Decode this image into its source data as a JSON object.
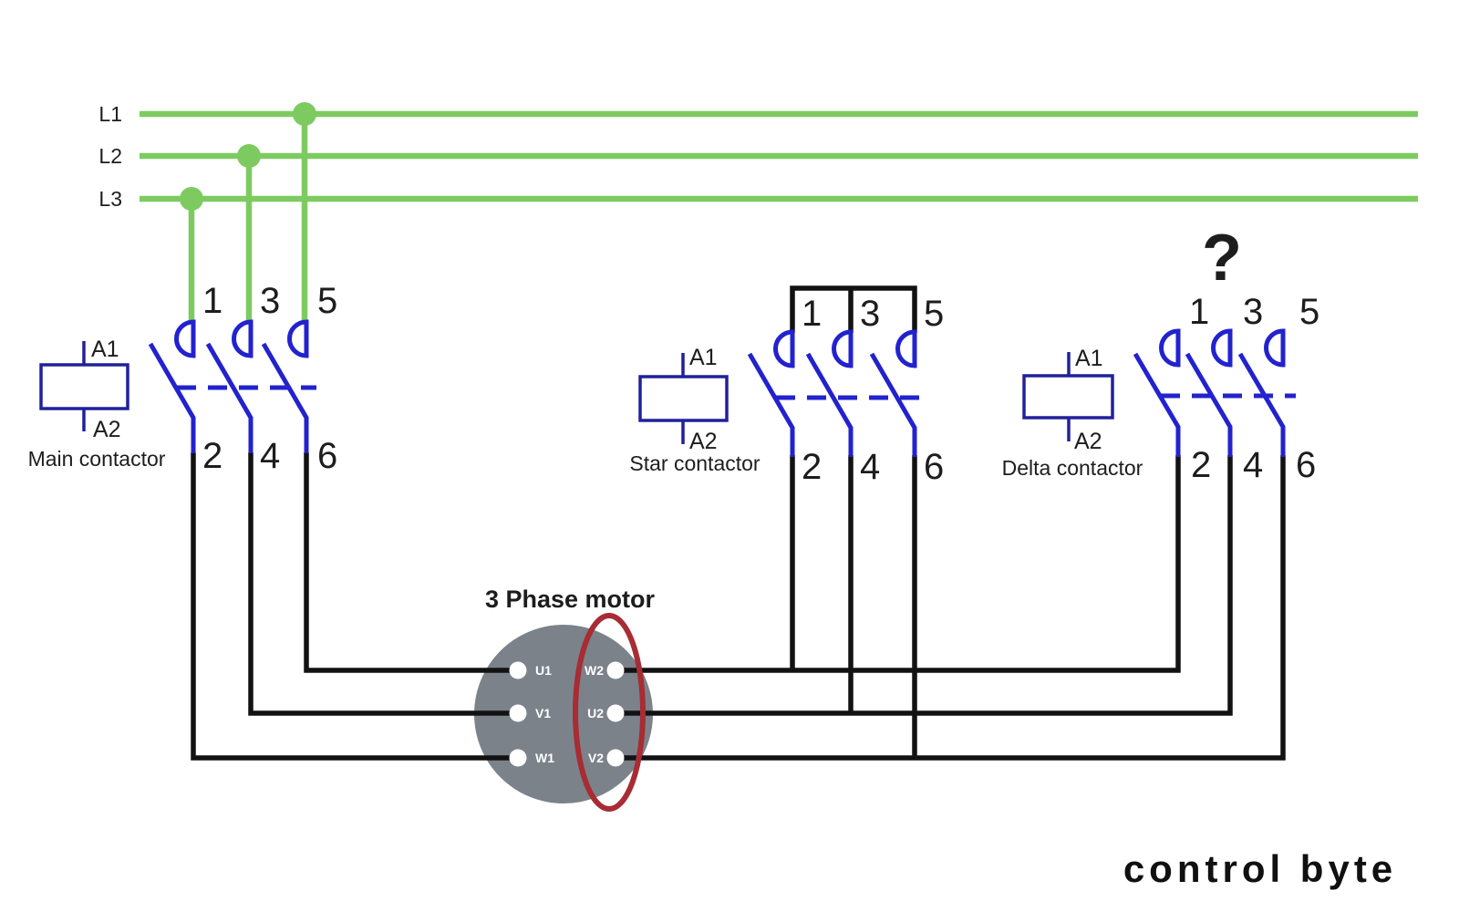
{
  "supply": {
    "l1": "L1",
    "l2": "L2",
    "l3": "L3"
  },
  "main_contactor": {
    "label": "Main contactor",
    "coil_a1": "A1",
    "coil_a2": "A2",
    "t1": "1",
    "t3": "3",
    "t5": "5",
    "t2": "2",
    "t4": "4",
    "t6": "6"
  },
  "star_contactor": {
    "label": "Star contactor",
    "coil_a1": "A1",
    "coil_a2": "A2",
    "t1": "1",
    "t3": "3",
    "t5": "5",
    "t2": "2",
    "t4": "4",
    "t6": "6"
  },
  "delta_contactor": {
    "label": "Delta contactor",
    "coil_a1": "A1",
    "coil_a2": "A2",
    "question": "?",
    "t1": "1",
    "t3": "3",
    "t5": "5",
    "t2": "2",
    "t4": "4",
    "t6": "6"
  },
  "motor": {
    "title": "3 Phase motor",
    "u1": "U1",
    "v1": "V1",
    "w1": "W1",
    "w2": "W2",
    "u2": "U2",
    "v2": "V2"
  },
  "brand": {
    "text": "control byte"
  },
  "colors": {
    "supply": "#7dcb60",
    "contact": "#2222cf",
    "coil": "#21219b",
    "wire": "#121212",
    "text": "#1d1d1d",
    "motor_body": "#7c828a",
    "highlight": "#a72c33"
  }
}
